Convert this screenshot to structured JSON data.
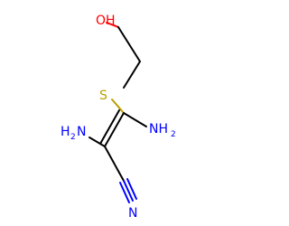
{
  "molecule": {
    "atoms": {
      "hydroxyl": "OH",
      "sulfur": "S",
      "amine_right": "NH",
      "amine_right_sub": "2",
      "amine_left": "H",
      "amine_left_sub": "2",
      "amine_left_n": "N",
      "nitrile_n": "N"
    },
    "colors": {
      "bond": "#000000",
      "oxygen": "#ff0000",
      "sulfur": "#b8a000",
      "nitrogen": "#0000ff"
    }
  }
}
